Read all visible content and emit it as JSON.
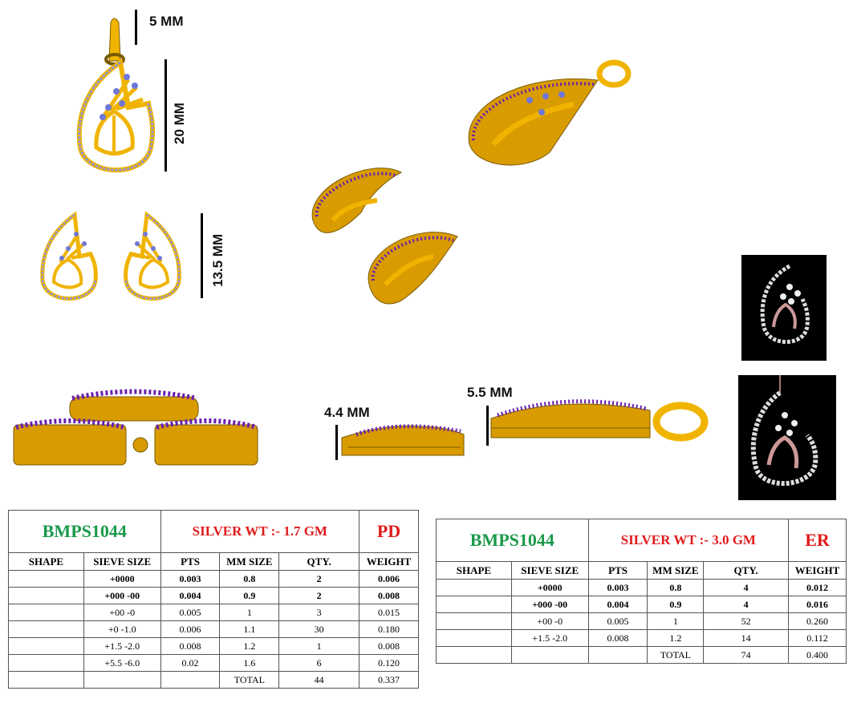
{
  "dims": {
    "bail_height": "5 MM",
    "pendant_height": "20 MM",
    "earring_height": "13.5 MM",
    "earring_depth": "4.4 MM",
    "pendant_depth": "5.5 MM"
  },
  "colors": {
    "gold": "#f0b400",
    "stone": "#8a93e6",
    "prong": "#6a1fb0",
    "green": "#1a9a4a",
    "red": "#e01b1b"
  },
  "tables": [
    {
      "code": "BMPS1044",
      "silver_wt": "SILVER WT :- 1.7 GM",
      "kind": "PD",
      "columns": [
        "SHAPE",
        "SIEVE SIZE",
        "PTS",
        "MM SIZE",
        "QTY.",
        "WEIGHT"
      ],
      "rows": [
        [
          "",
          "+0000",
          "0.003",
          "0.8",
          "2",
          "0.006"
        ],
        [
          "",
          "+000 -00",
          "0.004",
          "0.9",
          "2",
          "0.008"
        ],
        [
          "",
          "+00 -0",
          "0.005",
          "1",
          "3",
          "0.015"
        ],
        [
          "",
          "+0 -1.0",
          "0.006",
          "1.1",
          "30",
          "0.180"
        ],
        [
          "",
          "+1.5 -2.0",
          "0.008",
          "1.2",
          "1",
          "0.008"
        ],
        [
          "",
          "+5.5 -6.0",
          "0.02",
          "1.6",
          "6",
          "0.120"
        ]
      ],
      "total": {
        "label": "TOTAL",
        "qty": "44",
        "weight": "0.337"
      }
    },
    {
      "code": "BMPS1044",
      "silver_wt": "SILVER WT :- 3.0 GM",
      "kind": "ER",
      "columns": [
        "SHAPE",
        "SIEVE SIZE",
        "PTS",
        "MM SIZE",
        "QTY.",
        "WEIGHT"
      ],
      "rows": [
        [
          "",
          "+0000",
          "0.003",
          "0.8",
          "4",
          "0.012"
        ],
        [
          "",
          "+000 -00",
          "0.004",
          "0.9",
          "4",
          "0.016"
        ],
        [
          "",
          "+00 -0",
          "0.005",
          "1",
          "52",
          "0.260"
        ],
        [
          "",
          "+1.5 -2.0",
          "0.008",
          "1.2",
          "14",
          "0.112"
        ]
      ],
      "total": {
        "label": "TOTAL",
        "qty": "74",
        "weight": "0.400"
      }
    }
  ]
}
